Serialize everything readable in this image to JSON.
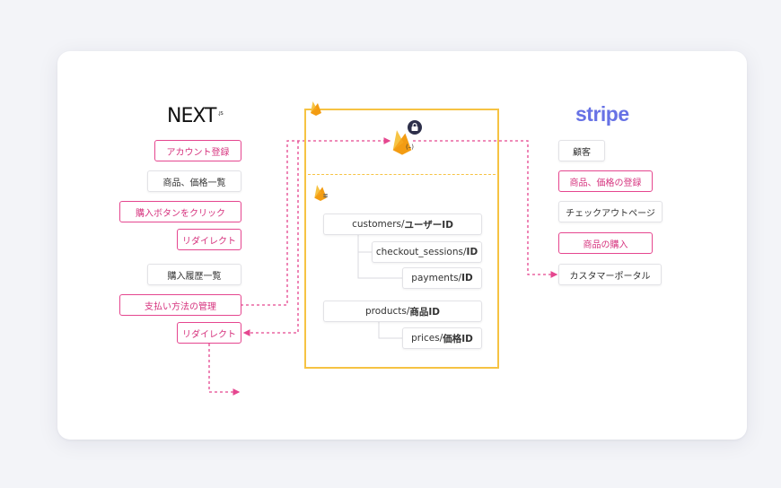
{
  "next": {
    "logo_text": "NEXT",
    "logo_suffix": ".JS",
    "boxes": [
      "アカウント登録",
      "商品、価格一覧",
      "購入ボタンをクリック",
      "リダイレクト",
      "購入履歴一覧",
      "支払い方法の管理",
      "リダイレクト"
    ]
  },
  "firebase": {
    "auth_badge": "(–)",
    "collections": [
      {
        "prefix": "customers/",
        "id": "ユーザーID"
      },
      {
        "prefix": "checkout_sessions/",
        "id": "ID"
      },
      {
        "prefix": "payments/",
        "id": "ID"
      },
      {
        "prefix": "products/",
        "id": "商品ID"
      },
      {
        "prefix": "prices/",
        "id": "価格ID"
      }
    ]
  },
  "stripe": {
    "logo_text": "stripe",
    "boxes": [
      "顧客",
      "商品、価格の登録",
      "チェックアウトページ",
      "商品の購入",
      "カスタマーポータル"
    ]
  },
  "colors": {
    "pink": "#e5468f",
    "firebase_yellow": "#f6c343",
    "firebase_orange": "#f39c12",
    "stripe": "#6772e5"
  },
  "icons": [
    "nextjs-logo",
    "stripe-logo",
    "firebase-icon",
    "lock-icon"
  ]
}
